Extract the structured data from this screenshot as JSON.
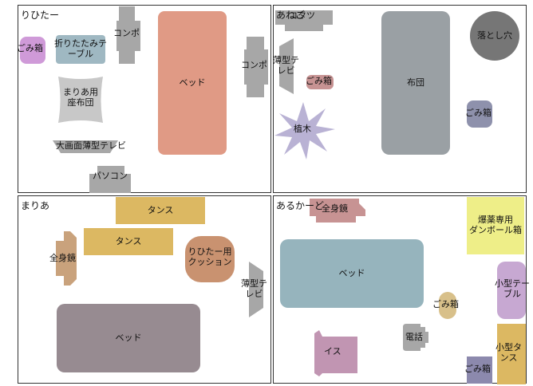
{
  "colors": {
    "gray": "#a7a7a7",
    "salmon": "#e09a85",
    "blue_gray": "#9fb8c2",
    "violet": "#cf9ad8",
    "light_gray": "#c8c8c8",
    "slate": "#9aa0a4",
    "dark_gray": "#767676",
    "rose": "#c79393",
    "navy_gray": "#8e91ac",
    "lavender": "#b9b2d4",
    "mustard": "#dcb862",
    "tan": "#c9a27c",
    "brown_tan": "#c99270",
    "mauve": "#978b91",
    "teal_blue": "#96b4bd",
    "sand": "#d8c08a",
    "yellow": "#eeee88",
    "plum": "#c395bf",
    "pink_mauve": "#c195b2",
    "light_violet": "#c7a8d2",
    "muted_navy": "#8c89ad"
  },
  "rooms": {
    "rihita": {
      "name": "りひたー",
      "combo_top": "コンポ",
      "folding_table": "折りたたみテーブル",
      "trash": "ごみ箱",
      "bed": "ベッド",
      "combo_right": "コンポ",
      "cushion": "まりあ用\n座布団",
      "tv": "大画面薄型テレビ",
      "pc": "パソコン"
    },
    "anego": {
      "name": "あねご",
      "kotatsu": "コタツ",
      "thin_tv": "薄型テ\nレビ",
      "trash_small": "ごみ箱",
      "futon": "布団",
      "pitfall": "落とし穴",
      "trash_right": "ごみ箱",
      "plant": "植木"
    },
    "maria": {
      "name": "まりあ",
      "tansu_top": "タンス",
      "tansu_mid": "タンス",
      "mirror": "全身鏡",
      "cushion": "りひたー用\nクッション",
      "thin_tv": "薄型テ\nレビ",
      "bed": "ベッド"
    },
    "arukado": {
      "name": "あるかーど",
      "mirror": "全身鏡",
      "box": "爆薬専用\nダンボール箱",
      "bed": "ベッド",
      "small_table": "小型テー\nブル",
      "trash_mid": "ごみ箱",
      "phone": "電話",
      "chair": "イス",
      "small_tansu": "小型タ\nンス",
      "trash_bottom": "ごみ箱"
    }
  }
}
